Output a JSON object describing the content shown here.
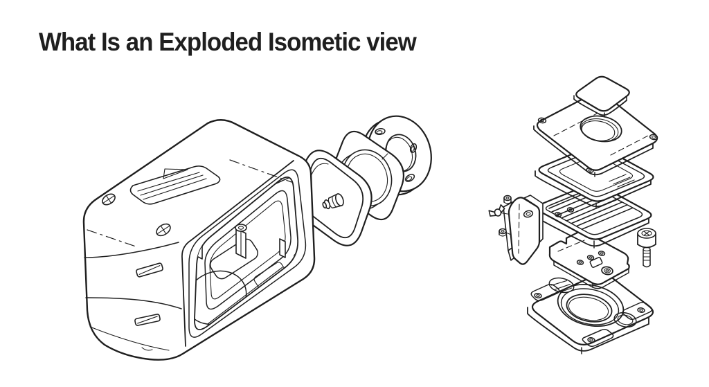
{
  "title": "What Is an Exploded Isometic view",
  "colors": {
    "ink": "#1f1f1f",
    "paper": "#ffffff"
  },
  "parts": {
    "figure": "exploded isometric view technical illustration",
    "camera_body": "camera body shell with open front",
    "shutter_recess": "top shutter button recess",
    "seal_ring": "rounded square seal ring",
    "lens_bezel": "lens bezel plate with circular boss",
    "lens_flange": "round lens flange with bolt holes",
    "lens_pin": "lens barrel pin",
    "cover_plate": "small top cover plate",
    "lens_plate": "plate with large lens hole",
    "frame_tray": "rectangular frame tray",
    "vent_tray": "vented tray with slats",
    "mount_bracket": "mount bracket with thumb screws",
    "shoulder_screw": "shoulder screw",
    "pcb_plate": "circuit mount plate",
    "base_plate": "base plate with round opening"
  }
}
